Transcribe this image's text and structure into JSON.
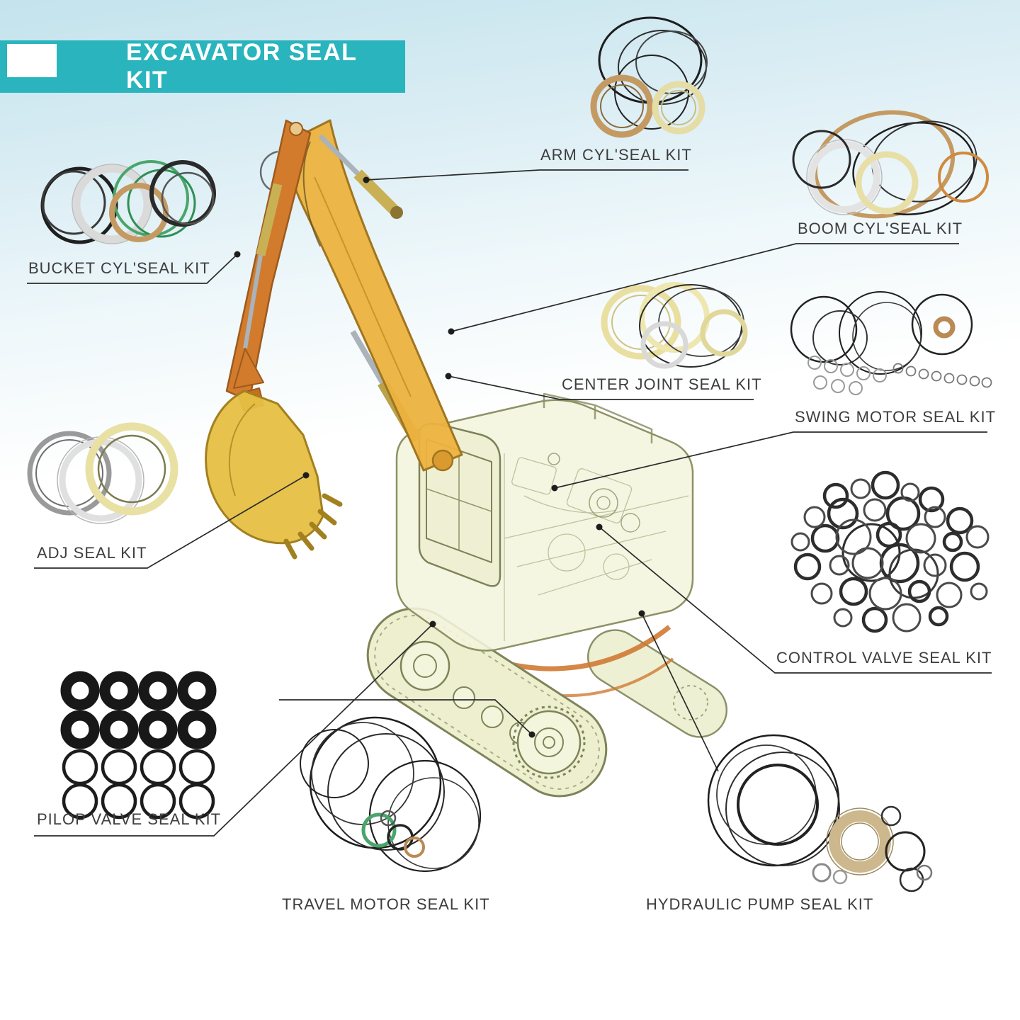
{
  "banner": {
    "title": "EXCAVATOR SEAL KIT"
  },
  "callouts": {
    "arm": {
      "label": "ARM CYL'SEAL KIT"
    },
    "boom": {
      "label": "BOOM CYL'SEAL KIT"
    },
    "bucket": {
      "label": "BUCKET CYL'SEAL KIT"
    },
    "center_joint": {
      "label": "CENTER JOINT SEAL KIT"
    },
    "swing_motor": {
      "label": "SWING MOTOR SEAL KIT"
    },
    "adj": {
      "label": "ADJ SEAL KIT"
    },
    "control_valve": {
      "label": "CONTROL VALVE SEAL KIT"
    },
    "pilot_valve": {
      "label": "PILOP VALVE SEAL KIT"
    },
    "travel_motor": {
      "label": "TRAVEL MOTOR SEAL KIT"
    },
    "hydraulic_pump": {
      "label": "HYDRAULIC PUMP SEAL KIT"
    }
  },
  "colors": {
    "accent": "#2ab4bd",
    "label": "#3d3d3d",
    "leader-line": "#2b2b2b",
    "boom-yellow": "#ecb23e",
    "stick-orange": "#d27b2c",
    "bucket-yellow": "#e6c045",
    "body-pale": "#f4f5dd",
    "ring-black": "#1f1f1f",
    "ring-tan": "#c49a62",
    "ring-cream": "#e8dfa8",
    "ring-green": "#49a56b"
  }
}
